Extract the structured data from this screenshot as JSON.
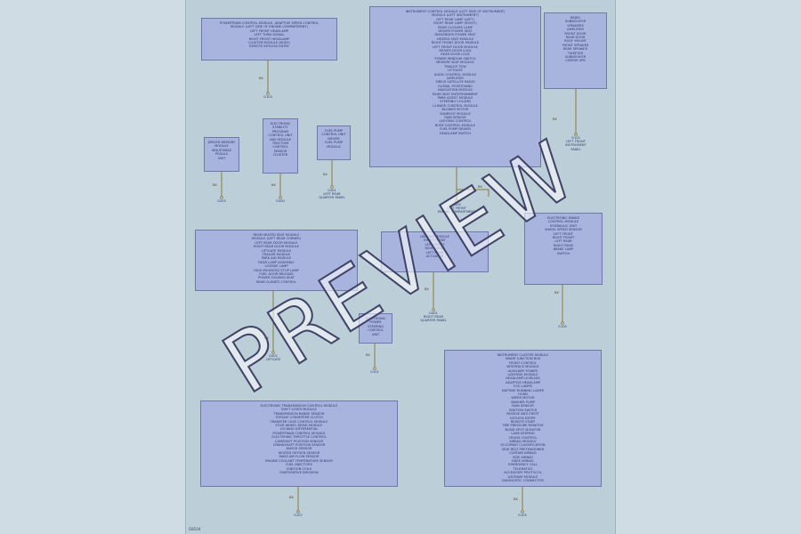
{
  "colors": {
    "background": "#cfdce4",
    "sheet": "#bccfd9",
    "box_fill": "#a9b4de",
    "box_border": "#6f78a8",
    "wire": "#8a7a3a",
    "text": "#2e3568"
  },
  "watermark": "PREVIEW",
  "page_id": "G8104",
  "wire_color_label": "BK",
  "boxes": [
    {
      "id": "b1",
      "lines": [
        "POWERTRAIN CONTROL MODULE, ADAPTIVE SPEED CONTROL",
        "MODULE (LEFT SIDE OF ENGINE COMPARTMENT)",
        "LEFT FRONT HEADLAMP",
        "LEFT TURN SIGNAL",
        "RIGHT FRONT HEADLAMP",
        "CLUSTER MODULE (BODY)",
        "REMOTE KEYLESS ENTRY"
      ]
    },
    {
      "id": "b2",
      "lines": [
        "INSTRUMENT CONTROL MODULE (LEFT SIDE OF INSTRUMENT)",
        "MODULE (LEFT INSTRUMENT)",
        "LEFT REAR LAMP (LEFT)",
        "RIGHT REAR LAMP (RIGHT)",
        "REAR CLOSURE LAMP",
        "DRIVER POWER SEAT",
        "PASSENGER POWER SEAT",
        "HEATED SEAT MODULE",
        "RIGHT FRONT DOOR MODULE",
        "LEFT FRONT DOOR MODULE",
        "DRIVER DOOR LOCK",
        "REAR DOOR LOCK",
        "POWER WINDOW SWITCH",
        "MEMORY SEAT MODULE",
        "TRAILER TOW",
        "LIFTGATE",
        "AUDIO CONTROL MODULE",
        "AMPLIFIER",
        "SIRIUS SATELLITE RADIO",
        "GLOBAL POSITIONING",
        "NAVIGATION MODULE",
        "REAR SEAT ENTERTAINMENT",
        "PARK ASSIST MODULE",
        "STEERING COLUMN",
        "CLIMATE CONTROL MODULE",
        "BLOWER MOTOR",
        "SUNROOF MODULE",
        "RAIN SENSOR",
        "LIGHTING CONTROL",
        "BODY CONTROL MODULE",
        "FUEL PUMP DRIVER",
        "HEADLAMP SWITCH"
      ]
    },
    {
      "id": "b3",
      "lines": [
        "RADIO",
        "SUBWOOFER",
        "SPEAKERS",
        "AMPLIFIER",
        "FRONT DOOR",
        "REAR DOOR",
        "ROOF MOUNT",
        "FRONT SPEAKER",
        "REAR SPEAKER",
        "TWEETER",
        "SUBWOOFER",
        "CENTER SPK"
      ]
    },
    {
      "id": "b4",
      "lines": [
        "DRIVER MEMORY",
        "MODULE",
        "ADJUSTABLE",
        "PEDALS",
        "UNIT"
      ]
    },
    {
      "id": "b5",
      "lines": [
        "ELECTRONIC",
        "STABILITY",
        "PROGRAM",
        "CONTROL UNIT",
        "ABS MODULE",
        "TRACTION",
        "CONTROL",
        "SENSOR",
        "CLUSTER"
      ]
    },
    {
      "id": "b6",
      "lines": [
        "FUEL PUMP",
        "CONTROL UNIT",
        "DRIVER",
        "FUEL PUMP",
        "MODULE"
      ]
    },
    {
      "id": "b7",
      "lines": [
        "REAR HEATED SEAT MODULE",
        "MODULE (LEFT REAR CORNER)",
        "LEFT REAR DOOR MODULE",
        "RIGHT REAR DOOR MODULE",
        "LIFTGATE MODULE",
        "TRAILER MODULE",
        "PARK AID MODULE",
        "REAR LAMP ASSEMBLY",
        "LICENSE LAMP",
        "HIGH MOUNTED STOP LAMP",
        "FUEL DOOR RELEASE",
        "POWER FOLDING SEAT",
        "REAR CLIMATE CONTROL"
      ]
    },
    {
      "id": "b8",
      "lines": [
        "GENERIC MODULE",
        "RIGHT FRONT",
        "LEFT FRONT",
        "RIGHT REAR",
        "LEFT REAR",
        "ACTUATOR"
      ]
    },
    {
      "id": "b9",
      "lines": [
        "ELECTRONIC BRAKE",
        "CONTROL MODULE",
        "HYDRAULIC UNIT",
        "WHEEL SPEED SENSOR",
        "LEFT FRONT",
        "RIGHT FRONT",
        "LEFT REAR",
        "RIGHT REAR",
        "BRAKE LAMP",
        "SWITCH"
      ]
    },
    {
      "id": "b10",
      "lines": [
        "ELECTRONIC",
        "POWER",
        "STEERING",
        "CONTROL",
        "UNIT"
      ]
    },
    {
      "id": "b11",
      "lines": [
        "ELECTRONIC TRANSMISSION CONTROL MODULE",
        "SHIFT LEVER MODULE",
        "TRANSMISSION RANGE SENSOR",
        "TORQUE CONVERTER CLUTCH",
        "TRANSFER CASE CONTROL MODULE",
        "FOUR WHEEL DRIVE MODULE",
        "LOCKING DIFFERENTIAL",
        "POWERTRAIN CONTROL MODULE",
        "ELECTRONIC THROTTLE CONTROL",
        "CAMSHAFT POSITION SENSOR",
        "CRANKSHAFT POSITION SENSOR",
        "KNOCK SENSOR",
        "HEATED OXYGEN SENSOR",
        "MASS AIR FLOW SENSOR",
        "ENGINE COOLANT TEMPERATURE SENSOR",
        "FUEL INJECTORS",
        "IGNITION COILS",
        "EVAPORATIVE EMISSION"
      ]
    },
    {
      "id": "b12",
      "lines": [
        "INSTRUMENT CLUSTER MODULE",
        "SMART JUNCTION BOX",
        "FRONT CONTROL",
        "INTERFACE MODULE",
        "AUXILIARY POWER",
        "LIGHTING MODULE",
        "HEADLAMP LEVELING",
        "ADAPTIVE HEADLAMP",
        "FOG LAMPS",
        "DAYTIME RUNNING LAMPS",
        "HORN",
        "WIPER MOTOR",
        "WASHER PUMP",
        "RAIN SENSOR",
        "IGNITION SWITCH",
        "PASSIVE ANTI-THEFT",
        "KEYLESS ENTRY",
        "REMOTE START",
        "TIRE PRESSURE MONITOR",
        "BLIND SPOT MONITOR",
        "LANE KEEPING",
        "CRUISE CONTROL",
        "AIRBAG MODULE",
        "OCCUPANT CLASSIFICATION",
        "SEAT BELT PRETENSIONER",
        "CURTAIN AIRBAG",
        "SIDE AIRBAG",
        "KNEE AIRBAG",
        "EMERGENCY CALL",
        "TELEMATICS",
        "ACCESSORY PROTOCOL",
        "GATEWAY MODULE",
        "DIAGNOSTIC CONNECTOR"
      ]
    }
  ],
  "grounds": [
    {
      "id": "g1",
      "lines": [
        "G103"
      ]
    },
    {
      "id": "g2",
      "lines": [
        "G200",
        "LEFT FRONT",
        "ENGINE COMPARTMENT"
      ]
    },
    {
      "id": "g3",
      "lines": [
        "G102",
        "LEFT FRONT",
        "INSTRUMENT",
        "PANEL"
      ]
    },
    {
      "id": "g4",
      "lines": [
        "G203"
      ]
    },
    {
      "id": "g5",
      "lines": [
        "G300"
      ]
    },
    {
      "id": "g6",
      "lines": [
        "G301",
        "LEFT REAR",
        "QUARTER PANEL"
      ]
    },
    {
      "id": "g7",
      "lines": [
        "G402",
        "LIFTGATE"
      ]
    },
    {
      "id": "g8",
      "lines": [
        "G401",
        "RIGHT REAR",
        "QUARTER PANEL"
      ]
    },
    {
      "id": "g9",
      "lines": [
        "G100"
      ]
    },
    {
      "id": "g10",
      "lines": [
        "G101"
      ]
    },
    {
      "id": "g11",
      "lines": [
        "G107"
      ]
    },
    {
      "id": "g12",
      "lines": [
        "G105"
      ]
    }
  ]
}
